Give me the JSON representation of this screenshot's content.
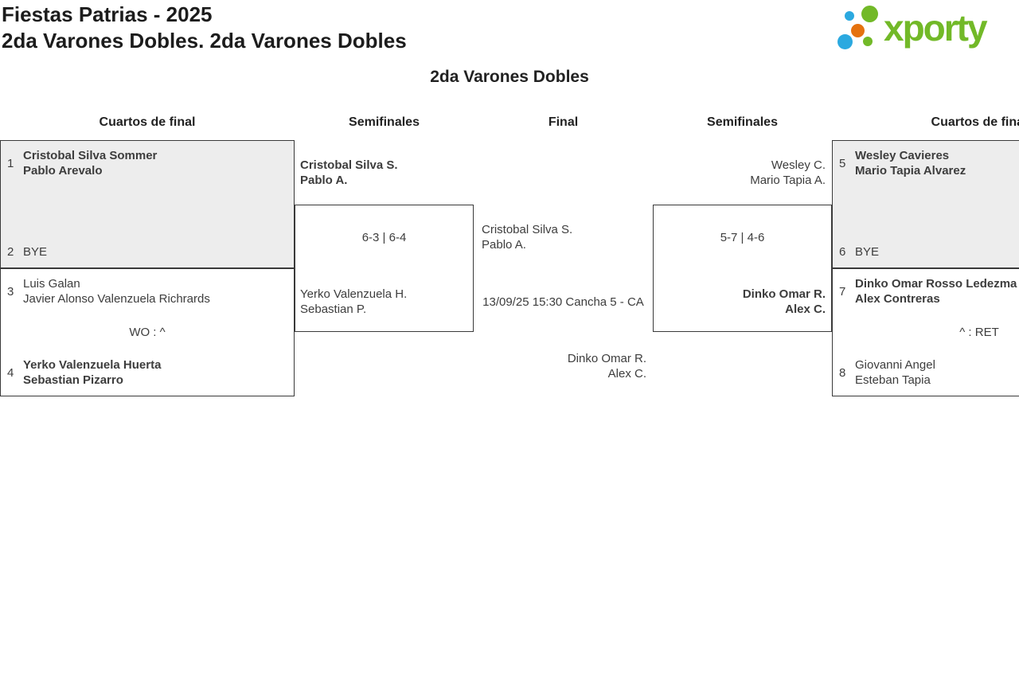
{
  "header": {
    "title": "Fiestas Patrias - 2025",
    "subtitle": "2da Varones Dobles. 2da Varones Dobles",
    "logo_text": "xporty"
  },
  "colors": {
    "logo_green": "#72b928",
    "logo_blue": "#2ba9e0",
    "logo_orange": "#e5720f",
    "bye_box_fill": "#ededed",
    "border": "#3a3a3a"
  },
  "bracket": {
    "title": "2da Varones Dobles",
    "round_headers": [
      "Cuartos de final",
      "Semifinales",
      "Final",
      "Semifinales",
      "Cuartos de final"
    ],
    "matches": {
      "qf1": {
        "seed_top": "1",
        "top": [
          "Cristobal Silva Sommer",
          "Pablo Arevalo"
        ],
        "seed_bottom": "2",
        "bottom_bye": "BYE"
      },
      "qf2": {
        "seed_top": "3",
        "top": [
          "Luis Galan",
          "Javier Alonso Valenzuela Richrards"
        ],
        "note": "WO : ^",
        "seed_bottom": "4",
        "bottom": [
          "Yerko Valenzuela Huerta",
          "Sebastian Pizarro"
        ]
      },
      "sf_left": {
        "top": [
          "Cristobal Silva S.",
          "Pablo A."
        ],
        "score": "6-3 | 6-4",
        "bottom": [
          "Yerko Valenzuela H.",
          "Sebastian P."
        ]
      },
      "final": {
        "top": [
          "Cristobal Silva S.",
          "Pablo A."
        ],
        "schedule": "13/09/25 15:30 Cancha 5 - CA",
        "bottom": [
          "Dinko Omar R.",
          "Alex C."
        ]
      },
      "sf_right": {
        "top": [
          "Wesley C.",
          "Mario Tapia A."
        ],
        "score": "5-7 | 4-6",
        "bottom": [
          "Dinko Omar R.",
          "Alex C."
        ]
      },
      "qf3": {
        "seed_top": "5",
        "top": [
          "Wesley Cavieres",
          "Mario Tapia Alvarez"
        ],
        "seed_bottom": "6",
        "bottom_bye": "BYE"
      },
      "qf4": {
        "seed_top": "7",
        "top": [
          "Dinko Omar Rosso Ledezma",
          "Alex Contreras"
        ],
        "note": "^ : RET",
        "seed_bottom": "8",
        "bottom": [
          "Giovanni Angel",
          "Esteban Tapia"
        ]
      }
    }
  }
}
